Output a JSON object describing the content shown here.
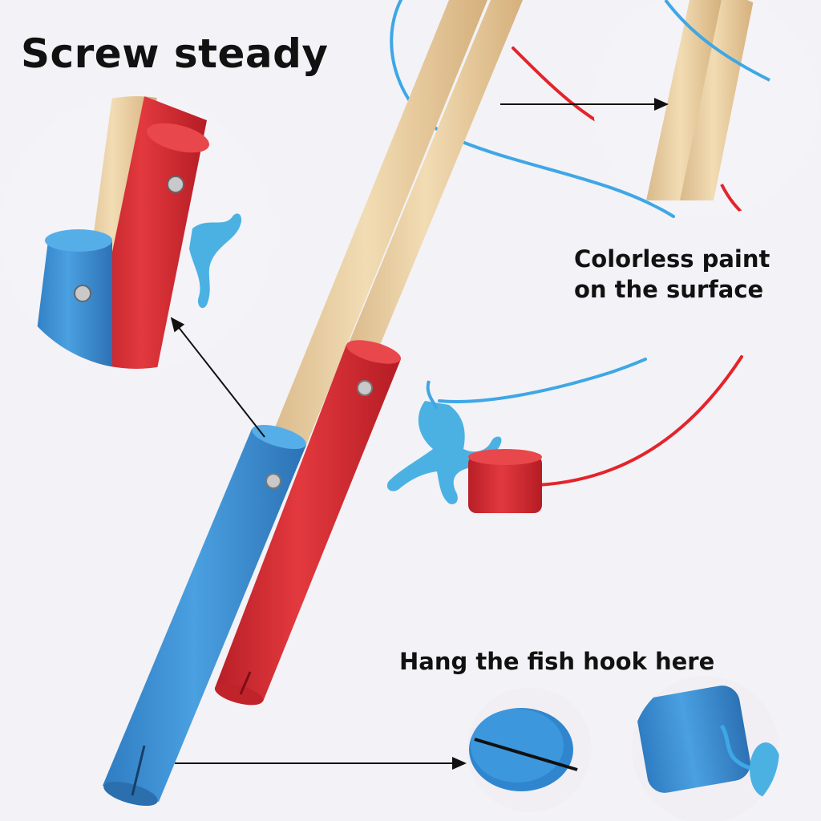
{
  "captions": {
    "title": "Screw steady",
    "paint_line1": "Colorless paint",
    "paint_line2": "on the surface",
    "hook": "Hang the fish hook here"
  },
  "colors": {
    "background": "#f3f2f6",
    "wood": "#ecd3a8",
    "blue_handle": "#3a8fd4",
    "red_handle": "#dc2f35",
    "blue_string": "#3ea7e6",
    "red_string": "#e3242b",
    "reel_blue": "#4bb1e3",
    "text": "#111111"
  }
}
